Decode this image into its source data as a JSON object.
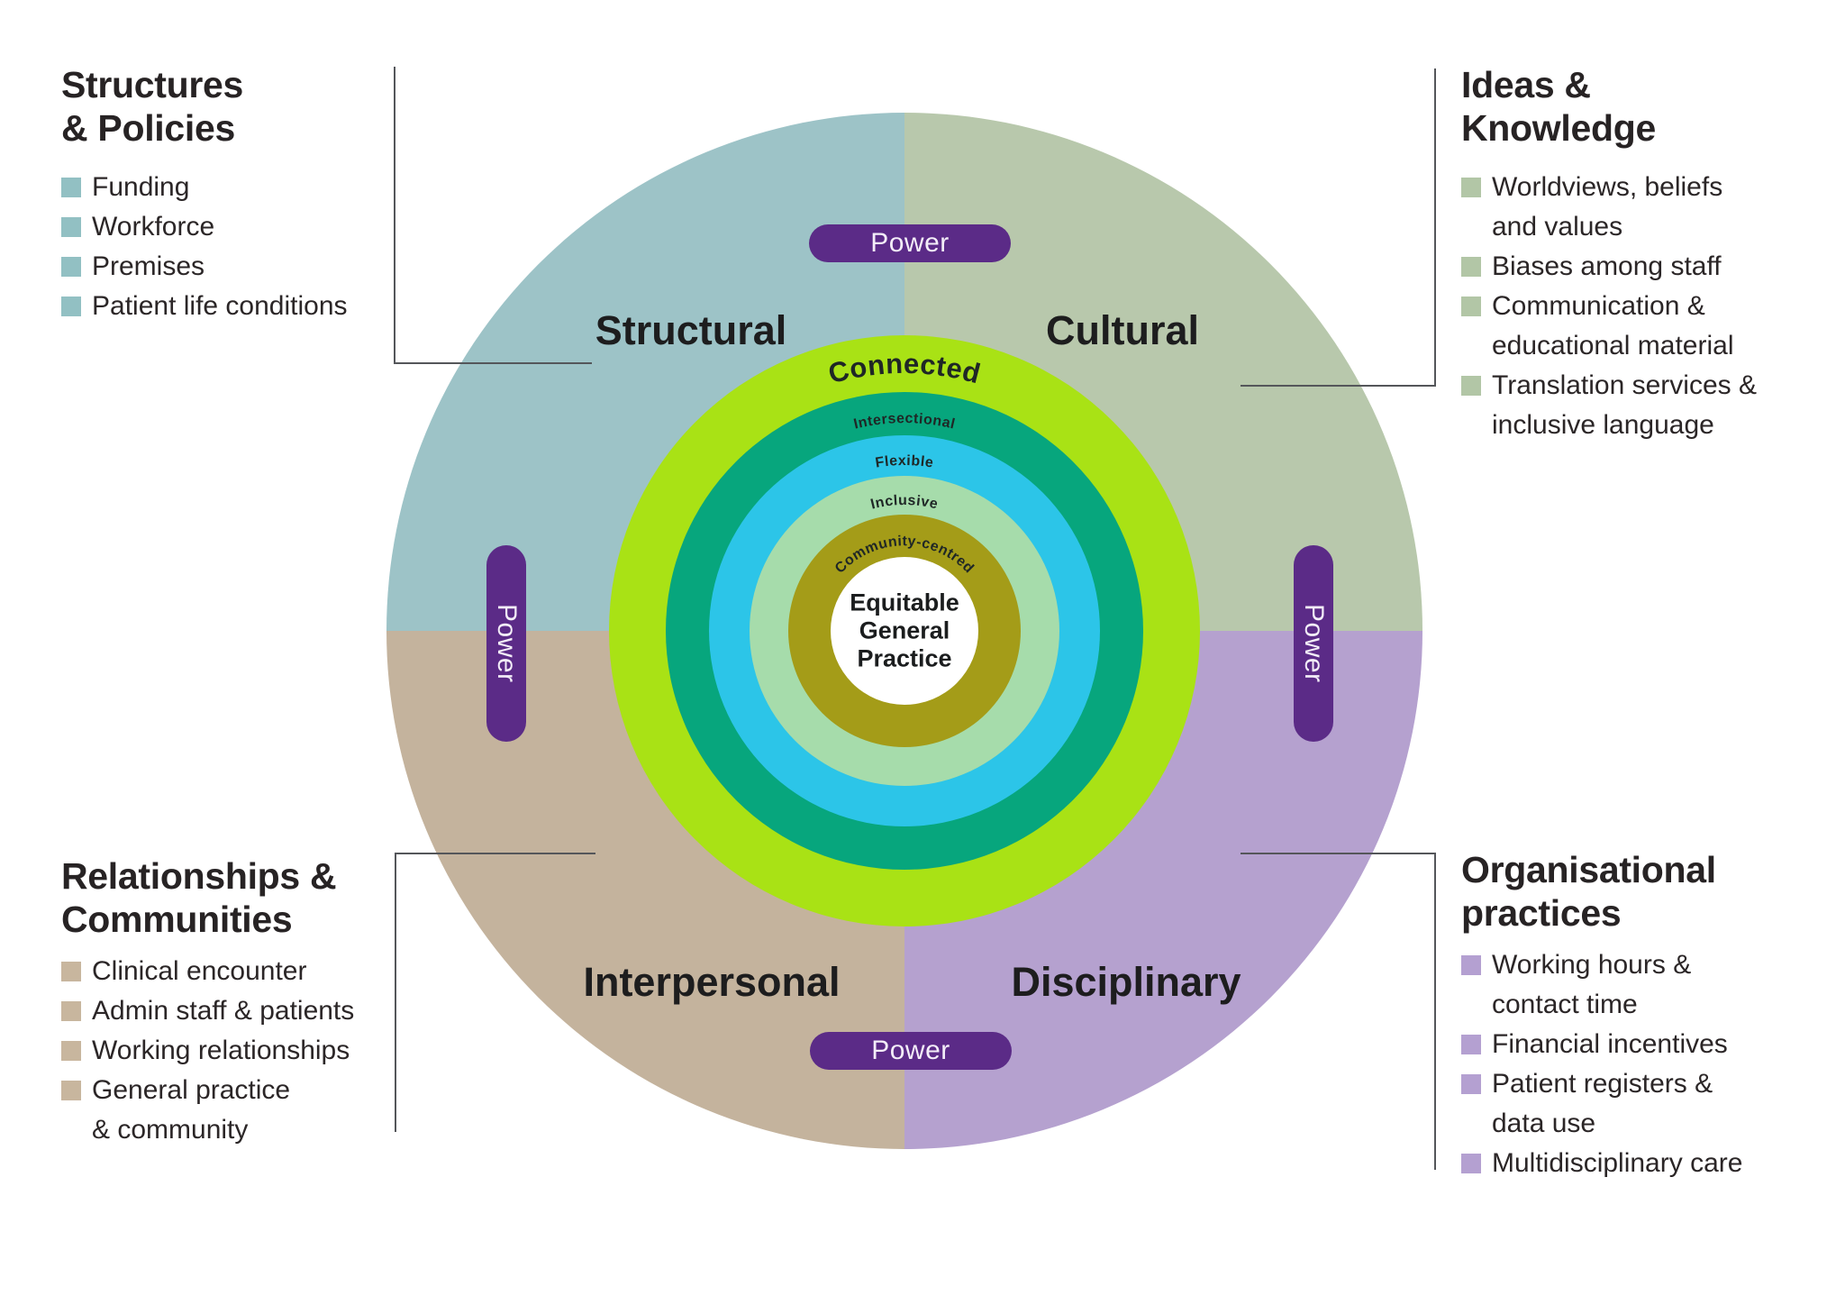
{
  "quadrants": [
    {
      "label": "Structural",
      "color": "#9dc3c7"
    },
    {
      "label": "Cultural",
      "color": "#b8c8ac"
    },
    {
      "label": "Interpersonal",
      "color": "#c4b39d"
    },
    {
      "label": "Disciplinary",
      "color": "#b5a1cf"
    }
  ],
  "rings": [
    {
      "label": "Connected",
      "color": "#a9e215"
    },
    {
      "label": "Intersectional",
      "color": "#07a67d"
    },
    {
      "label": "Flexible",
      "color": "#2cc5e8"
    },
    {
      "label": "Inclusive",
      "color": "#a6dcab"
    },
    {
      "label": "Community-centred",
      "color": "#a49c18"
    }
  ],
  "center": {
    "lines": [
      "Equitable",
      "General",
      "Practice"
    ],
    "bg": "#ffffff"
  },
  "power": {
    "label": "Power",
    "color": "#5b2b87",
    "text_color": "#f3edf8"
  },
  "connector_color": "#54565a",
  "corners": {
    "top_left": {
      "heading": [
        "Structures",
        "& Policies"
      ],
      "bullet_color": "#92c0c3",
      "lines": [
        {
          "b": true,
          "t": "Funding"
        },
        {
          "b": true,
          "t": "Workforce"
        },
        {
          "b": true,
          "t": "Premises"
        },
        {
          "b": true,
          "t": "Patient life conditions"
        }
      ]
    },
    "top_right": {
      "heading": [
        "Ideas &",
        "Knowledge"
      ],
      "bullet_color": "#b2c6a6",
      "lines": [
        {
          "b": true,
          "t": "Worldviews, beliefs"
        },
        {
          "b": false,
          "t": "and values"
        },
        {
          "b": true,
          "t": "Biases among staff"
        },
        {
          "b": true,
          "t": "Communication &"
        },
        {
          "b": false,
          "t": "educational material"
        },
        {
          "b": true,
          "t": "Translation services &"
        },
        {
          "b": false,
          "t": "inclusive language"
        }
      ]
    },
    "bottom_left": {
      "heading": [
        "Relationships &",
        "Communities"
      ],
      "bullet_color": "#c8b69e",
      "lines": [
        {
          "b": true,
          "t": "Clinical encounter"
        },
        {
          "b": true,
          "t": "Admin staff & patients"
        },
        {
          "b": true,
          "t": "Working relationships"
        },
        {
          "b": true,
          "t": "General practice"
        },
        {
          "b": false,
          "t": "& community"
        }
      ]
    },
    "bottom_right": {
      "heading": [
        "Organisational",
        "practices"
      ],
      "bullet_color": "#b4a0d1",
      "lines": [
        {
          "b": true,
          "t": "Working hours &"
        },
        {
          "b": false,
          "t": "contact time"
        },
        {
          "b": true,
          "t": "Financial incentives"
        },
        {
          "b": true,
          "t": "Patient registers &"
        },
        {
          "b": false,
          "t": "data use"
        },
        {
          "b": true,
          "t": "Multidisciplinary care"
        }
      ]
    }
  }
}
